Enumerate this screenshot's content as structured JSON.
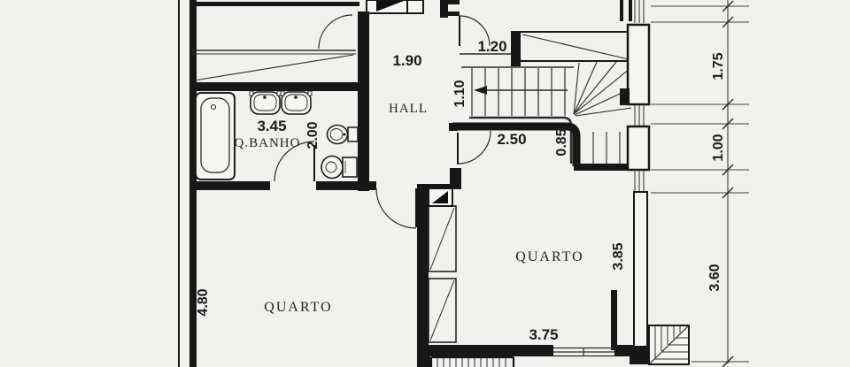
{
  "drawing": {
    "kind": "upper-floor plan (scanned architectural drawing)",
    "labels": {
      "hall": "HALL",
      "bathroom": "Q.BANHO",
      "bedroom_left": "QUARTO",
      "bedroom_right": "QUARTO"
    },
    "dimensions": {
      "hall_width": "1.90",
      "stair_entry_width": "1.20",
      "stair_flight_width": "1.10",
      "stair_run": "2.50",
      "stair_winder_depth": "0.85",
      "bathroom_width": "3.45",
      "bathroom_depth": "2.00",
      "bedroom_left_depth": "4.80",
      "bedroom_right_width": "3.75",
      "bedroom_right_depth": "3.85",
      "facade_segment_top": "1.75",
      "facade_segment_middle": "1.00",
      "facade_segment_bottom": "3.60"
    },
    "colors": {
      "paper": "#f2f1ed",
      "ink": "#171717"
    }
  }
}
